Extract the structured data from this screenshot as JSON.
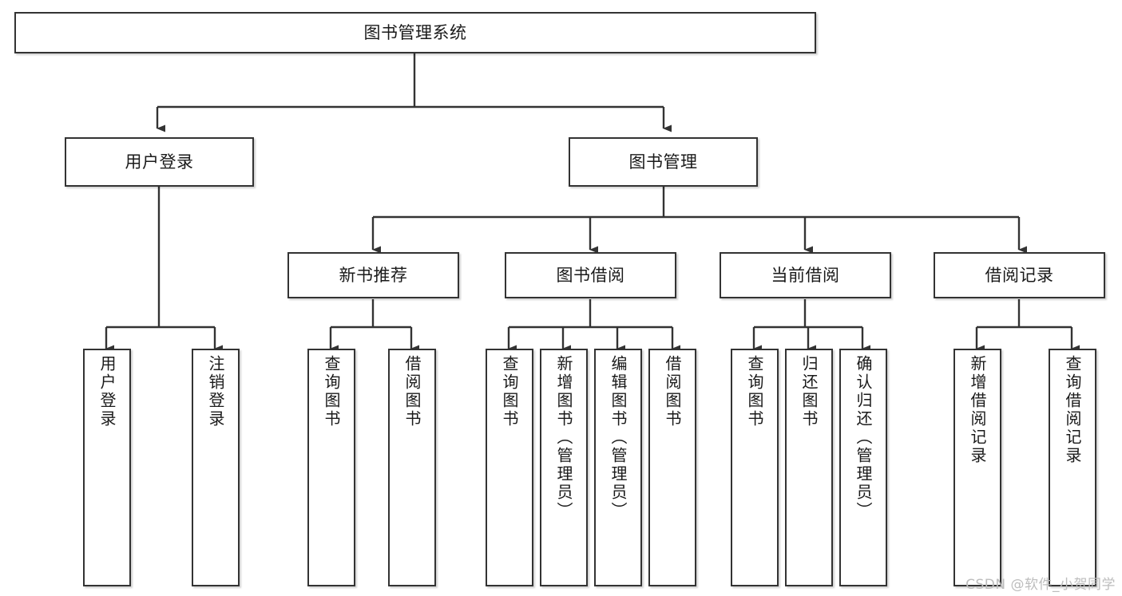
{
  "diagram": {
    "title": "图书管理系统",
    "type": "hierarchy-tree",
    "levels": 4,
    "colors": {
      "box_border": "#333333",
      "box_fill": "#ffffff",
      "edge": "#333333",
      "text": "#1a1a1a",
      "watermark": "#bdbdbd",
      "background": "#ffffff"
    },
    "root": {
      "label": "图书管理系统"
    },
    "level2": [
      {
        "label": "用户登录"
      },
      {
        "label": "图书管理"
      }
    ],
    "level3": [
      {
        "label": "新书推荐"
      },
      {
        "label": "图书借阅"
      },
      {
        "label": "当前借阅"
      },
      {
        "label": "借阅记录"
      }
    ],
    "leaves": {
      "user_login": [
        {
          "label": "用户登录"
        },
        {
          "label": "注销登录"
        }
      ],
      "new_book_recommend": [
        {
          "label": "查询图书"
        },
        {
          "label": "借阅图书"
        }
      ],
      "book_borrow": [
        {
          "label": "查询图书"
        },
        {
          "label": "新增图书（管理员）"
        },
        {
          "label": "编辑图书（管理员）"
        },
        {
          "label": "借阅图书"
        }
      ],
      "current_borrow": [
        {
          "label": "查询图书"
        },
        {
          "label": "归还图书"
        },
        {
          "label": "确认归还（管理员）"
        }
      ],
      "borrow_record": [
        {
          "label": "新增借阅记录"
        },
        {
          "label": "查询借阅记录"
        }
      ]
    },
    "watermark": "CSDN @软件_小贺同学"
  }
}
